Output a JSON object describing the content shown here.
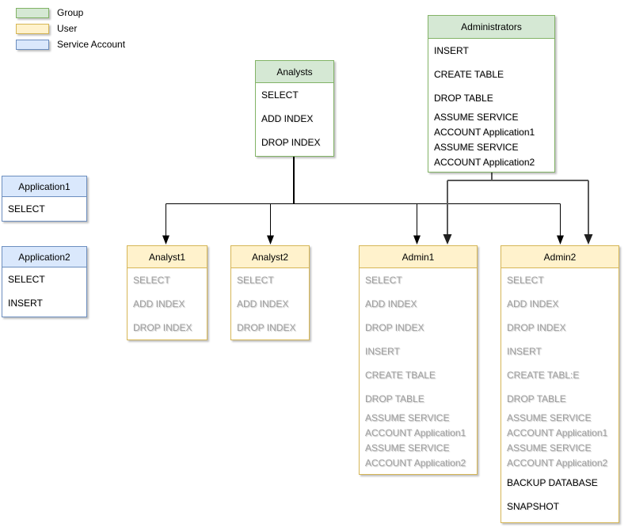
{
  "legend": {
    "items": [
      {
        "label": "Group",
        "fill": "#d5e8d4",
        "stroke": "#82b366"
      },
      {
        "label": "User",
        "fill": "#fff2cc",
        "stroke": "#d6b656"
      },
      {
        "label": "Service Account",
        "fill": "#dae8fc",
        "stroke": "#6c8ebf"
      }
    ]
  },
  "boxes": {
    "administrators": {
      "title": "Administrators",
      "kind": "Group",
      "items": [
        {
          "text": "INSERT",
          "muted": false
        },
        {
          "text": "CREATE TABLE",
          "muted": false
        },
        {
          "text": "DROP TABLE",
          "muted": false
        },
        {
          "text": "ASSUME SERVICE ACCOUNT Application1",
          "muted": false
        },
        {
          "text": "ASSUME SERVICE ACCOUNT Application2",
          "muted": false
        }
      ]
    },
    "analysts": {
      "title": "Analysts",
      "kind": "Group",
      "items": [
        {
          "text": "SELECT",
          "muted": false
        },
        {
          "text": "ADD INDEX",
          "muted": false
        },
        {
          "text": "DROP INDEX",
          "muted": false
        }
      ]
    },
    "application1": {
      "title": "Application1",
      "kind": "Service Account",
      "items": [
        {
          "text": "SELECT",
          "muted": false
        }
      ]
    },
    "application2": {
      "title": "Application2",
      "kind": "Service Account",
      "items": [
        {
          "text": "SELECT",
          "muted": false
        },
        {
          "text": "INSERT",
          "muted": false
        }
      ]
    },
    "analyst1": {
      "title": "Analyst1",
      "kind": "User",
      "items": [
        {
          "text": "SELECT",
          "muted": true
        },
        {
          "text": "ADD INDEX",
          "muted": true
        },
        {
          "text": "DROP INDEX",
          "muted": true
        }
      ]
    },
    "analyst2": {
      "title": "Analyst2",
      "kind": "User",
      "items": [
        {
          "text": "SELECT",
          "muted": true
        },
        {
          "text": "ADD INDEX",
          "muted": true
        },
        {
          "text": "DROP INDEX",
          "muted": true
        }
      ]
    },
    "admin1": {
      "title": "Admin1",
      "kind": "User",
      "items": [
        {
          "text": "SELECT",
          "muted": true
        },
        {
          "text": "ADD INDEX",
          "muted": true
        },
        {
          "text": "DROP INDEX",
          "muted": true
        },
        {
          "text": "INSERT",
          "muted": true
        },
        {
          "text": "CREATE TBALE",
          "muted": true
        },
        {
          "text": "DROP TABLE",
          "muted": true
        },
        {
          "text": "ASSUME SERVICE ACCOUNT Application1",
          "muted": true
        },
        {
          "text": "ASSUME SERVICE ACCOUNT Application2",
          "muted": true
        }
      ]
    },
    "admin2": {
      "title": "Admin2",
      "kind": "User",
      "items": [
        {
          "text": "SELECT",
          "muted": true
        },
        {
          "text": "ADD INDEX",
          "muted": true
        },
        {
          "text": "DROP INDEX",
          "muted": true
        },
        {
          "text": "INSERT",
          "muted": true
        },
        {
          "text": "CREATE TABL:E",
          "muted": true
        },
        {
          "text": "DROP TABLE",
          "muted": true
        },
        {
          "text": "ASSUME SERVICE ACCOUNT Application1",
          "muted": true
        },
        {
          "text": "ASSUME SERVICE ACCOUNT Application2",
          "muted": true
        },
        {
          "text": "BACKUP DATABASE",
          "muted": false
        },
        {
          "text": "SNAPSHOT",
          "muted": false
        }
      ]
    }
  },
  "edges": [
    {
      "from": "Analysts",
      "to": "Analyst1"
    },
    {
      "from": "Analysts",
      "to": "Analyst2"
    },
    {
      "from": "Analysts",
      "to": "Admin1"
    },
    {
      "from": "Analysts",
      "to": "Admin2"
    },
    {
      "from": "Administrators",
      "to": "Admin1"
    },
    {
      "from": "Administrators",
      "to": "Admin2"
    }
  ],
  "colors": {
    "group_fill": "#d5e8d4",
    "group_stroke": "#82b366",
    "user_fill": "#fff2cc",
    "user_stroke": "#d6b656",
    "service_fill": "#dae8fc",
    "service_stroke": "#6c8ebf",
    "muted_text": "#9f9f9f",
    "edge_analysts": "#000000",
    "edge_administrators": "#585858"
  }
}
